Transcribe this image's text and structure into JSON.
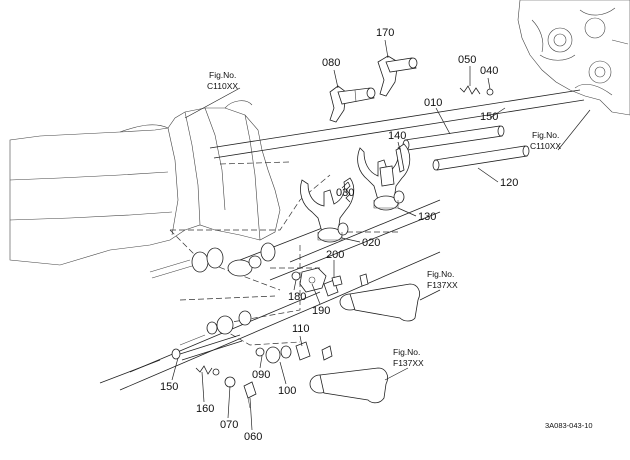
{
  "labels": {
    "p170": "170",
    "p080": "080",
    "p050": "050",
    "p040": "040",
    "p010": "010",
    "p150a": "150",
    "p140": "140",
    "p030": "030",
    "p130": "130",
    "p120": "120",
    "p020": "020",
    "p200": "200",
    "p180": "180",
    "p190": "190",
    "p110": "110",
    "p090": "090",
    "p100": "100",
    "p150b": "150",
    "p160": "160",
    "p070": "070",
    "p060": "060"
  },
  "fig_refs": {
    "c110_left": {
      "line1": "Fig.No.",
      "line2": "C110XX"
    },
    "c110_right": {
      "line1": "Fig.No.",
      "line2": "C110XX"
    },
    "f137_top": {
      "line1": "Fig.No.",
      "line2": "F137XX"
    },
    "f137_bottom": {
      "line1": "Fig.No.",
      "line2": "F137XX"
    }
  },
  "drawing_code": "3A083-043-10"
}
